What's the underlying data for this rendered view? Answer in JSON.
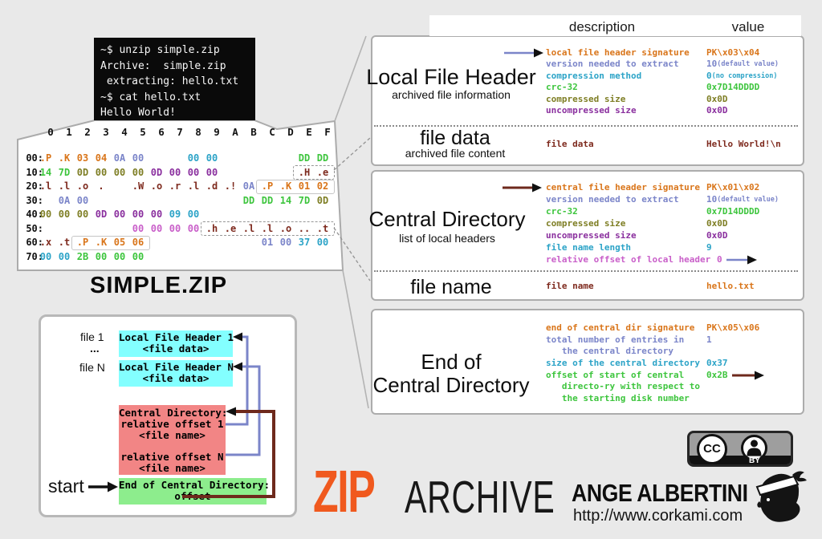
{
  "colors": {
    "orange": "#D9751A",
    "slate": "#7B85C9",
    "cyan": "#2BA3C7",
    "green": "#3DC53D",
    "olive": "#7E7E24",
    "purple": "#8A2F9E",
    "magenta": "#C95FC9",
    "maroon": "#7E2A1E",
    "black": "#111111",
    "zip_orange": "#F0591E",
    "box_cyan": "#83FFFF",
    "box_pink": "#F28585",
    "box_green": "#8DED8D"
  },
  "terminal": {
    "lines": [
      "~$ unzip simple.zip",
      "Archive:  simple.zip",
      " extracting: hello.txt",
      "~$ cat hello.txt",
      "Hello World!"
    ]
  },
  "hexdump": {
    "columns": [
      "0",
      "1",
      "2",
      "3",
      "4",
      "5",
      "6",
      "7",
      "8",
      "9",
      "A",
      "B",
      "C",
      "D",
      "E",
      "F"
    ],
    "rows": [
      {
        "label": "00:",
        "cells": [
          {
            "c": 0,
            "t": ".P",
            "k": "orange"
          },
          {
            "c": 1,
            "t": ".K",
            "k": "orange"
          },
          {
            "c": 2,
            "t": "03",
            "k": "orange"
          },
          {
            "c": 3,
            "t": "04",
            "k": "orange"
          },
          {
            "c": 4,
            "t": "0A",
            "k": "slate"
          },
          {
            "c": 5,
            "t": "00",
            "k": "slate"
          },
          {
            "c": 8,
            "t": "00",
            "k": "cyan"
          },
          {
            "c": 9,
            "t": "00",
            "k": "cyan"
          },
          {
            "c": 14,
            "t": "DD",
            "k": "green"
          },
          {
            "c": 15,
            "t": "DD",
            "k": "green"
          }
        ]
      },
      {
        "label": "10:",
        "cells": [
          {
            "c": 0,
            "t": "14",
            "k": "green"
          },
          {
            "c": 1,
            "t": "7D",
            "k": "green"
          },
          {
            "c": 2,
            "t": "0D",
            "k": "olive"
          },
          {
            "c": 3,
            "t": "00",
            "k": "olive"
          },
          {
            "c": 4,
            "t": "00",
            "k": "olive"
          },
          {
            "c": 5,
            "t": "00",
            "k": "olive"
          },
          {
            "c": 6,
            "t": "0D",
            "k": "purple"
          },
          {
            "c": 7,
            "t": "00",
            "k": "purple"
          },
          {
            "c": 8,
            "t": "00",
            "k": "purple"
          },
          {
            "c": 9,
            "t": "00",
            "k": "purple"
          },
          {
            "c": 14,
            "t": ".H",
            "k": "maroon"
          },
          {
            "c": 15,
            "t": ".e",
            "k": "maroon"
          }
        ]
      },
      {
        "label": "20:",
        "cells": [
          {
            "c": 0,
            "t": ".l",
            "k": "maroon"
          },
          {
            "c": 1,
            "t": ".l",
            "k": "maroon"
          },
          {
            "c": 2,
            "t": ".o",
            "k": "maroon"
          },
          {
            "c": 3,
            "t": ".",
            "k": "maroon"
          },
          {
            "c": 5,
            "t": ".W",
            "k": "maroon"
          },
          {
            "c": 6,
            "t": ".o",
            "k": "maroon"
          },
          {
            "c": 7,
            "t": ".r",
            "k": "maroon"
          },
          {
            "c": 8,
            "t": ".l",
            "k": "maroon"
          },
          {
            "c": 9,
            "t": ".d",
            "k": "maroon"
          },
          {
            "c": 10,
            "t": ".!",
            "k": "maroon"
          },
          {
            "c": 11,
            "t": "0A",
            "k": "slate"
          },
          {
            "c": 12,
            "t": ".P",
            "k": "orange"
          },
          {
            "c": 13,
            "t": ".K",
            "k": "orange"
          },
          {
            "c": 14,
            "t": "01",
            "k": "orange"
          },
          {
            "c": 15,
            "t": "02",
            "k": "orange"
          }
        ]
      },
      {
        "label": "30:",
        "cells": [
          {
            "c": 1,
            "t": "0A",
            "k": "slate"
          },
          {
            "c": 2,
            "t": "00",
            "k": "slate"
          },
          {
            "c": 11,
            "t": "DD",
            "k": "green"
          },
          {
            "c": 12,
            "t": "DD",
            "k": "green"
          },
          {
            "c": 13,
            "t": "14",
            "k": "green"
          },
          {
            "c": 14,
            "t": "7D",
            "k": "green"
          },
          {
            "c": 15,
            "t": "0D",
            "k": "olive"
          }
        ]
      },
      {
        "label": "40:",
        "cells": [
          {
            "c": 0,
            "t": "00",
            "k": "olive"
          },
          {
            "c": 1,
            "t": "00",
            "k": "olive"
          },
          {
            "c": 2,
            "t": "00",
            "k": "olive"
          },
          {
            "c": 3,
            "t": "0D",
            "k": "purple"
          },
          {
            "c": 4,
            "t": "00",
            "k": "purple"
          },
          {
            "c": 5,
            "t": "00",
            "k": "purple"
          },
          {
            "c": 6,
            "t": "00",
            "k": "purple"
          },
          {
            "c": 7,
            "t": "09",
            "k": "cyan"
          },
          {
            "c": 8,
            "t": "00",
            "k": "cyan"
          }
        ]
      },
      {
        "label": "50:",
        "cells": [
          {
            "c": 5,
            "t": "00",
            "k": "magenta"
          },
          {
            "c": 6,
            "t": "00",
            "k": "magenta"
          },
          {
            "c": 7,
            "t": "00",
            "k": "magenta"
          },
          {
            "c": 8,
            "t": "00",
            "k": "magenta"
          },
          {
            "c": 9,
            "t": ".h",
            "k": "maroon"
          },
          {
            "c": 10,
            "t": ".e",
            "k": "maroon"
          },
          {
            "c": 11,
            "t": ".l",
            "k": "maroon"
          },
          {
            "c": 12,
            "t": ".l",
            "k": "maroon"
          },
          {
            "c": 13,
            "t": ".o",
            "k": "maroon"
          },
          {
            "c": 14,
            "t": "..",
            "k": "maroon"
          },
          {
            "c": 15,
            "t": ".t",
            "k": "maroon"
          }
        ]
      },
      {
        "label": "60:",
        "cells": [
          {
            "c": 0,
            "t": ".x",
            "k": "maroon"
          },
          {
            "c": 1,
            "t": ".t",
            "k": "maroon"
          },
          {
            "c": 2,
            "t": ".P",
            "k": "orange"
          },
          {
            "c": 3,
            "t": ".K",
            "k": "orange"
          },
          {
            "c": 4,
            "t": "05",
            "k": "orange"
          },
          {
            "c": 5,
            "t": "06",
            "k": "orange"
          },
          {
            "c": 12,
            "t": "01",
            "k": "slate"
          },
          {
            "c": 13,
            "t": "00",
            "k": "slate"
          },
          {
            "c": 14,
            "t": "37",
            "k": "cyan"
          },
          {
            "c": 15,
            "t": "00",
            "k": "cyan"
          }
        ]
      },
      {
        "label": "70:",
        "cells": [
          {
            "c": 0,
            "t": "00",
            "k": "cyan"
          },
          {
            "c": 1,
            "t": "00",
            "k": "cyan"
          },
          {
            "c": 2,
            "t": "2B",
            "k": "green"
          },
          {
            "c": 3,
            "t": "00",
            "k": "green"
          },
          {
            "c": 4,
            "t": "00",
            "k": "green"
          },
          {
            "c": 5,
            "t": "00",
            "k": "green"
          }
        ]
      }
    ]
  },
  "simple_zip_label": "SIMPLE.ZIP",
  "panel": {
    "description_header": "description",
    "value_header": "value",
    "sections": [
      {
        "id": "lfh",
        "title": "Local File Header",
        "subtitle": "archived file information",
        "rows": [
          {
            "desc": "local file header signature",
            "value": "PK\\x03\\x04",
            "k": "orange"
          },
          {
            "desc": "version needed to extract",
            "value": "10",
            "note": "(default value)",
            "k": "slate"
          },
          {
            "desc": "compression method",
            "value": "0",
            "note": "(no compression)",
            "k": "cyan"
          },
          {
            "desc": "crc-32",
            "value": "0x7D14DDDD",
            "k": "green"
          },
          {
            "desc": "compressed size",
            "value": "0x0D",
            "k": "olive"
          },
          {
            "desc": "uncompressed size",
            "value": "0x0D",
            "k": "purple"
          }
        ]
      },
      {
        "id": "filedata",
        "title": "file data",
        "subtitle": "archived file content",
        "rows": [
          {
            "desc": "file data",
            "value": "Hello World!\\n",
            "k": "maroon"
          }
        ]
      },
      {
        "id": "cd",
        "title": "Central Directory",
        "subtitle": "list of local headers",
        "rows": [
          {
            "desc": "central file header signature",
            "value": "PK\\x01\\x02",
            "k": "orange"
          },
          {
            "desc": "version needed to extract",
            "value": "10",
            "note": "(default value)",
            "k": "slate"
          },
          {
            "desc": "crc-32",
            "value": "0x7D14DDDD",
            "k": "green"
          },
          {
            "desc": "compressed size",
            "value": "0x0D",
            "k": "olive"
          },
          {
            "desc": "uncompressed size",
            "value": "0x0D",
            "k": "purple"
          },
          {
            "desc": "file name length",
            "value": "9",
            "k": "cyan"
          },
          {
            "desc": "relative offset of local header",
            "value": "0",
            "k": "magenta"
          }
        ]
      },
      {
        "id": "filename",
        "title": "file name",
        "subtitle": "",
        "rows": [
          {
            "desc": "file name",
            "value": "hello.txt",
            "k": "maroon",
            "vk": "orange"
          }
        ]
      },
      {
        "id": "eocd",
        "title": "End of\nCentral Directory",
        "subtitle": "",
        "rows": [
          {
            "desc": "end of central dir signature",
            "value": "PK\\x05\\x06",
            "k": "orange"
          },
          {
            "desc": "total number of entries in\n   the central directory",
            "value": "1",
            "k": "slate"
          },
          {
            "desc": "size of the central directory",
            "value": "0x37",
            "k": "cyan"
          },
          {
            "desc": "offset of start of central\n   directo-ry with respect to\n   the starting disk number",
            "value": "0x2B",
            "k": "green"
          }
        ]
      }
    ]
  },
  "diagram": {
    "file1_label": "file 1",
    "dots_label": "...",
    "fileN_label": "file N",
    "start_label": "start",
    "local1": {
      "lines": [
        "Local File Header 1",
        "<file data>"
      ]
    },
    "localN": {
      "lines": [
        "Local File Header N",
        "<file data>"
      ]
    },
    "central": {
      "lines": [
        "Central Directory:",
        "relative offset 1",
        "<file name>",
        "",
        "relative offset N",
        "<file name>"
      ]
    },
    "eocd": {
      "lines": [
        "End of Central Directory:",
        "offset"
      ]
    }
  },
  "branding": {
    "zip": "ZIP",
    "archive": "ARCHIVE",
    "author": "ANGE ALBERTINI",
    "url": "http://www.corkami.com"
  },
  "license": {
    "cc": "CC",
    "by": "BY"
  }
}
